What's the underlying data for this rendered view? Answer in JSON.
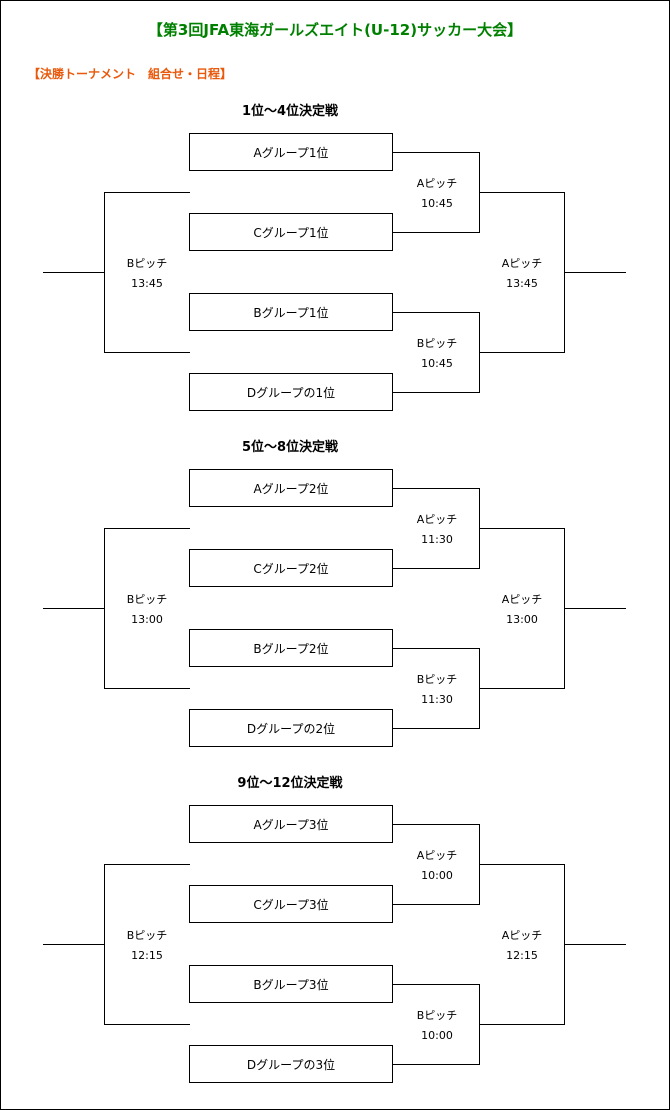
{
  "title": "【第3回JFA東海ガールズエイト(U-12)サッカー大会】",
  "subheading": "【決勝トーナメント　組合せ・日程】",
  "sections": [
    {
      "title": "1位～4位決定戦",
      "teams": [
        "Aグループ1位",
        "Cグループ1位",
        "Bグループ1位",
        "Dグループの1位"
      ],
      "semi_top": {
        "pitch": "Aピッチ",
        "time": "10:45"
      },
      "semi_bottom": {
        "pitch": "Bピッチ",
        "time": "10:45"
      },
      "left_match": {
        "pitch": "Bピッチ",
        "time": "13:45"
      },
      "right_match": {
        "pitch": "Aピッチ",
        "time": "13:45"
      }
    },
    {
      "title": "5位～8位決定戦",
      "teams": [
        "Aグループ2位",
        "Cグループ2位",
        "Bグループ2位",
        "Dグループの2位"
      ],
      "semi_top": {
        "pitch": "Aピッチ",
        "time": "11:30"
      },
      "semi_bottom": {
        "pitch": "Bピッチ",
        "time": "11:30"
      },
      "left_match": {
        "pitch": "Bピッチ",
        "time": "13:00"
      },
      "right_match": {
        "pitch": "Aピッチ",
        "time": "13:00"
      }
    },
    {
      "title": "9位～12位決定戦",
      "teams": [
        "Aグループ3位",
        "Cグループ3位",
        "Bグループ3位",
        "Dグループの3位"
      ],
      "semi_top": {
        "pitch": "Aピッチ",
        "time": "10:00"
      },
      "semi_bottom": {
        "pitch": "Bピッチ",
        "time": "10:00"
      },
      "left_match": {
        "pitch": "Bピッチ",
        "time": "12:15"
      },
      "right_match": {
        "pitch": "Aピッチ",
        "time": "12:15"
      }
    }
  ]
}
